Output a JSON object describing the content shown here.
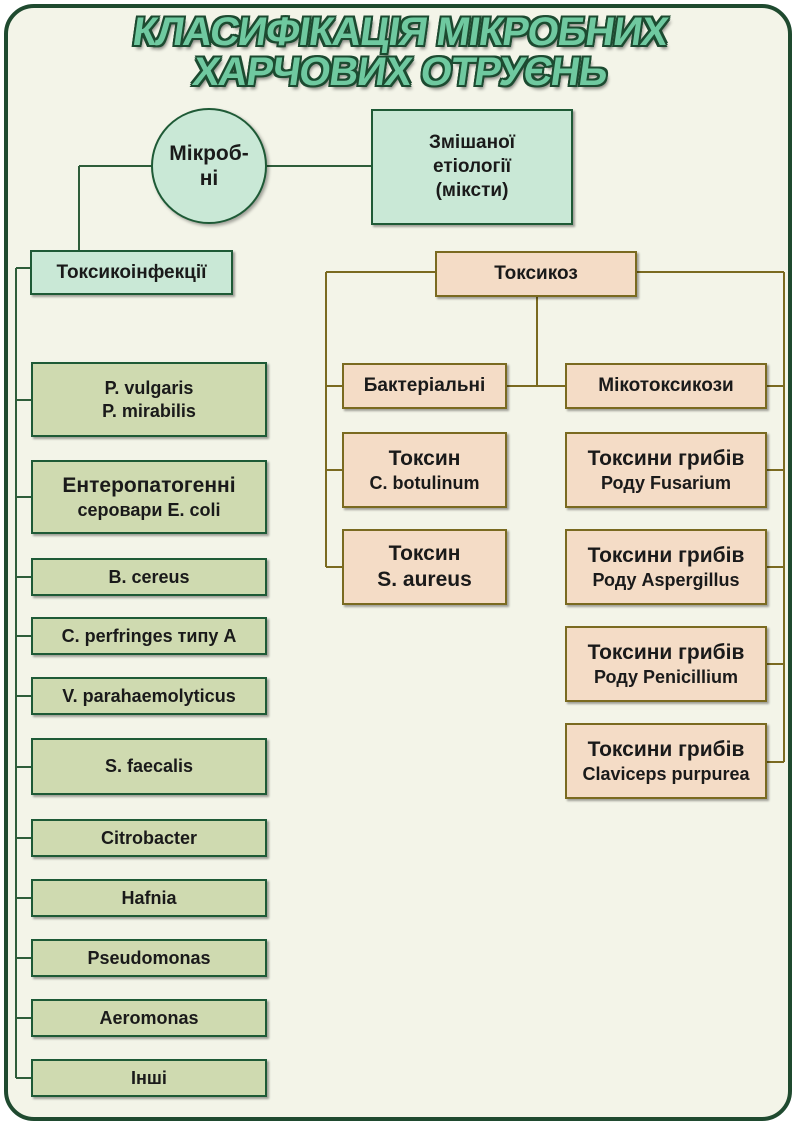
{
  "title": {
    "line1": "КЛАСИФІКАЦІЯ МІКРОБНИХ",
    "line2": "ХАРЧОВИХ ОТРУЄНЬ"
  },
  "circle": {
    "line1": "Мікроб-",
    "line2": "ні"
  },
  "mixed": {
    "line1": "Змішаної",
    "line2": "етіології",
    "line3": "(мiксти)"
  },
  "toxicoinfections": {
    "label": "Токсикоінфекції",
    "items": [
      {
        "line1": "P. vulgaris",
        "line2": "P. mirabilis"
      },
      {
        "line1": "Ентеропатогенні",
        "line2": "серовари E. coli"
      },
      {
        "line1": "B. cereus"
      },
      {
        "line1": "C. perfringes типу А"
      },
      {
        "line1": "V. parahaemolyticus"
      },
      {
        "line1": "S. faecalis"
      },
      {
        "line1": "Citrobacter"
      },
      {
        "line1": "Hafnia"
      },
      {
        "line1": "Pseudomonas"
      },
      {
        "line1": "Aeromonas"
      },
      {
        "line1": "Інші"
      }
    ]
  },
  "toxicosis": {
    "label": "Токсикоз",
    "bacterial": {
      "label": "Бактеріальні",
      "items": [
        {
          "line1": "Токсин",
          "line2": "C. botulinum"
        },
        {
          "line1": "Токсин",
          "line2": "S. aureus"
        }
      ]
    },
    "mycotoxicoses": {
      "label": "Мікотоксикози",
      "items": [
        {
          "line1": "Токсини грибів",
          "line2": "Роду Fusarium"
        },
        {
          "line1": "Токсини грибів",
          "line2": "Роду Aspergillus"
        },
        {
          "line1": "Токсини грибів",
          "line2": "Роду Penicillium"
        },
        {
          "line1": "Токсини грибів",
          "line2": "Claviceps purpurea"
        }
      ]
    }
  },
  "colors": {
    "frame": "#1f4a2f",
    "background": "#f3f4e8",
    "green_box": "#cfdab0",
    "mint_box": "#c9e8d6",
    "peach_box": "#f4dcc6",
    "line_green": "#2e5d3a",
    "line_olive": "#7a6a20"
  }
}
